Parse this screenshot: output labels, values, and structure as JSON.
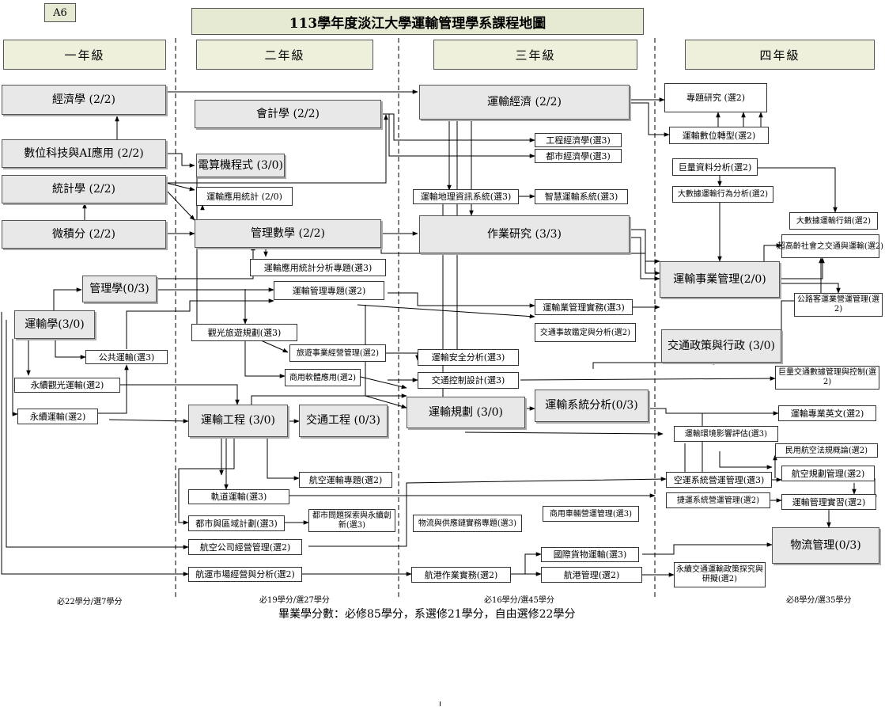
{
  "code": "A6",
  "title": "113學年度淡江大學運輸管理學系課程地圖",
  "years": [
    "一年級",
    "二年級",
    "三年級",
    "四年級"
  ],
  "courses": {
    "y1_econ": "經濟學 (2/2)",
    "y1_digital_ai": "數位科技與AI應用 (2/2)",
    "y1_stats": "統計學 (2/2)",
    "y1_calculus": "微積分 (2/2)",
    "y1_mgmt": "管理學(0/3)",
    "y1_transport": "運輸學(3/0)",
    "y1_public_transit": "公共運輸(選3)",
    "y1_sustainable_tourism": "永續觀光運輸(選2)",
    "y1_sustainable_transport": "永續運輸(選2)",
    "y2_accounting": "會計學 (2/2)",
    "y2_programming": "電算機程式 (3/0)",
    "y2_applied_stats": "運輸應用統計 (2/0)",
    "y2_mgmt_math": "管理數學 (2/2)",
    "y2_stats_topic": "運輸應用統計分析專題(選3)",
    "y2_mgmt_topic": "運輸管理專題(選2)",
    "y2_tourism_planning": "觀光旅遊規劃(選3)",
    "y2_travel_business": "旅遊事業經營管理(選2)",
    "y2_business_software": "商用軟體應用(選2)",
    "y2_transport_eng": "運輸工程 (3/0)",
    "y2_traffic_eng": "交通工程 (0/3)",
    "y2_aviation_topic": "航空運輸專題(選2)",
    "y2_rail": "軌道運輸(選3)",
    "y2_urban_planning": "都市與區域計劃(選3)",
    "y2_urban_problems": "都市問題探索與永續創新(選3)",
    "y2_airline_mgmt": "航空公司經營管理(選2)",
    "y2_airport_market": "航運市場經營與分析(選2)",
    "y3_transport_econ": "運輸經濟 (2/2)",
    "y3_eng_econ": "工程經濟學(選3)",
    "y3_urban_econ": "都市經濟學(選3)",
    "y3_gis": "運輸地理資訊系統(選3)",
    "y3_its": "智慧運輸系統(選3)",
    "y3_or": "作業研究 (3/3)",
    "y3_practice": "運輸業管理實務(選3)",
    "y3_accident": "交通事故鑑定與分析(選2)",
    "y3_safety": "運輸安全分析(選3)",
    "y3_control": "交通控制設計(選3)",
    "y3_planning": "運輸規劃 (3/0)",
    "y3_sys_analysis": "運輸系統分析(0/3)",
    "y3_logistics_topic": "物流與供應鏈實務專題(選3)",
    "y3_vehicle_mgmt": "商用車輛營運管理(選3)",
    "y3_intl_cargo": "國際貨物運輸(選3)",
    "y3_port_practice": "航港作業實務(選2)",
    "y3_port_mgmt": "航港管理(選2)",
    "y4_project": "專題研究 (選2)",
    "y4_digital_transform": "運輸數位轉型(選2)",
    "y4_big_data": "巨量資料分析(選2)",
    "y4_big_data_behavior": "大數據運輸行為分析(選2)",
    "y4_big_data_marketing": "大數據運輸行銷(選2)",
    "y4_aging": "超高齡社會之交通與運輸(選2)",
    "y4_enterprise": "運輸事業管理(2/0)",
    "y4_highway_bus": "公路客運業營運管理(選2)",
    "y4_policy": "交通政策與行政 (3/0)",
    "y4_big_traffic_data": "巨量交通數據管理與控制(選2)",
    "y4_english": "運輸專業英文(選2)",
    "y4_eia": "運輸環境影響評估(選3)",
    "y4_civil_aviation_law": "民用航空法規概論(選2)",
    "y4_airport_mgmt": "空運系統營運管理(選3)",
    "y4_aviation_planning": "航空規劃管理(選2)",
    "y4_mrt_mgmt": "捷運系統營運管理(選2)",
    "y4_internship": "運輸管理實習(選2)",
    "y4_logistics": "物流管理(0/3)",
    "y4_sustainable_policy": "永續交通運輸政策探究與研擬(選2)"
  },
  "credits": [
    "必22學分/選7學分",
    "必19學分/選27學分",
    "必16學分/選45學分",
    "必8學分/選35學分"
  ],
  "summary": "畢業學分數：必修85學分，系選修21學分，自由選修22學分"
}
